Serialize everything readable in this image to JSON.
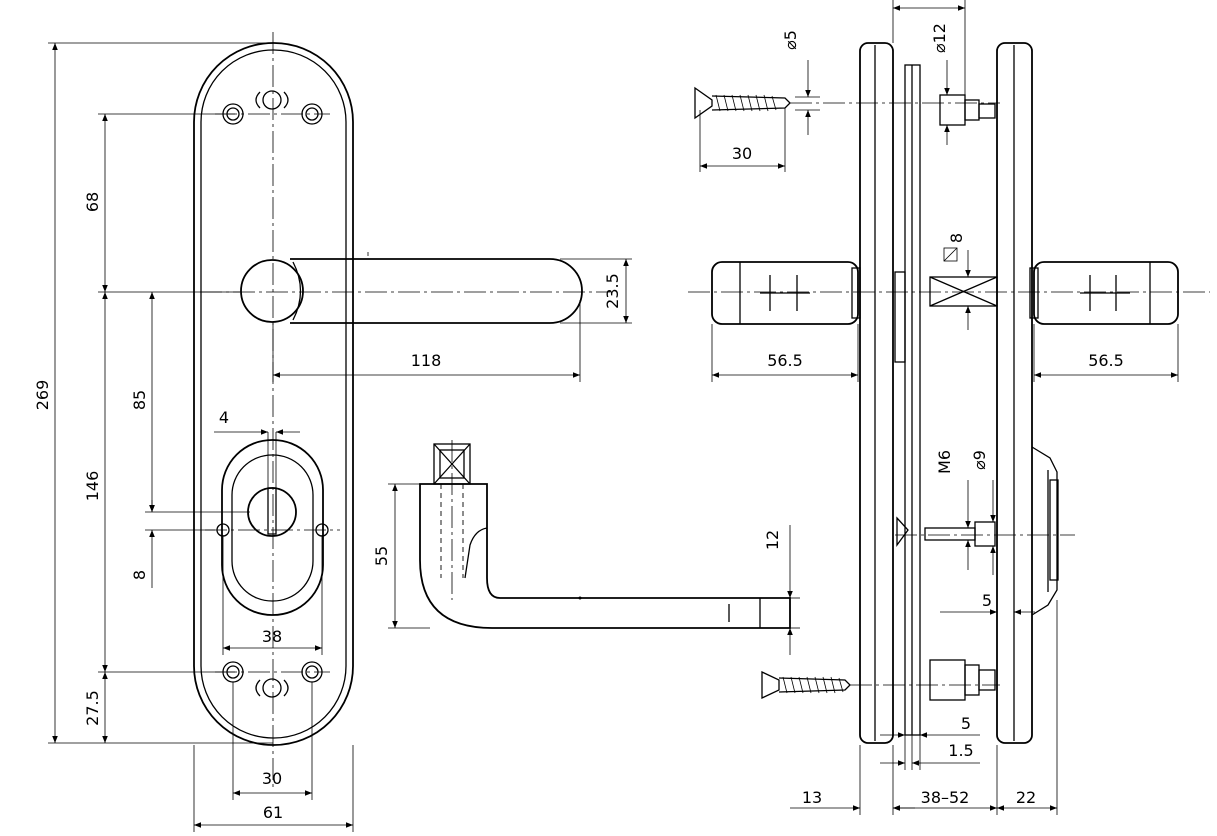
{
  "drawing": {
    "dims": {
      "d269": "269",
      "d68": "68",
      "d85": "85",
      "d146": "146",
      "d8_left": "8",
      "d4": "4",
      "d38": "38",
      "d27_5": "27.5",
      "d30_bottom": "30",
      "d61": "61",
      "d118": "118",
      "d23_5": "23.5",
      "d55": "55",
      "d12": "12",
      "d5_dia": "⌀5",
      "d12_dia": "⌀12",
      "d30_screw": "30",
      "d8_square": "8",
      "d56_5_left": "56.5",
      "d56_5_right": "56.5",
      "dM6": "M6",
      "d9_dia": "⌀9",
      "d5_right": "5",
      "d5_bottom": "5",
      "d1_5": "1.5",
      "d13": "13",
      "d38_52": "38–52",
      "d22": "22"
    }
  }
}
